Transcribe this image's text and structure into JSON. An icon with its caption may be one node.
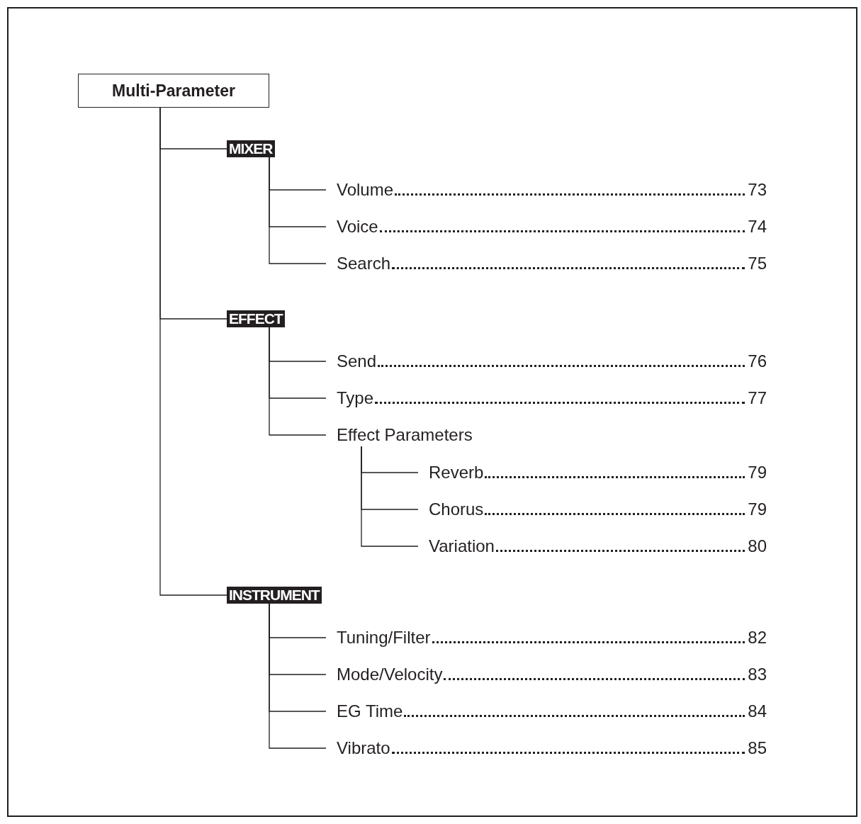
{
  "diagram": {
    "nodes": [
      {
        "text": [
          "Multi-Parameter"
        ]
      },
      {
        "text": [
          "MIXER"
        ]
      },
      {
        "text": [
          "Volume",
          "73"
        ]
      },
      {
        "text": [
          "Voice",
          "74"
        ]
      },
      {
        "text": [
          "Search",
          "75"
        ]
      },
      {
        "text": [
          "EFFECT"
        ]
      },
      {
        "text": [
          "Send",
          "76"
        ]
      },
      {
        "text": [
          "Type",
          "77"
        ]
      },
      {
        "text": [
          "Effect Parameters"
        ]
      },
      {
        "text": [
          "Reverb",
          "79"
        ]
      },
      {
        "text": [
          "Chorus",
          "79"
        ]
      },
      {
        "text": [
          "Variation",
          "80"
        ]
      },
      {
        "text": [
          "INSTRUMENT"
        ]
      },
      {
        "text": [
          "Tuning/Filter",
          "82"
        ]
      },
      {
        "text": [
          "Mode/Velocity",
          "83"
        ]
      },
      {
        "text": [
          "EG Time",
          "84"
        ]
      },
      {
        "text": [
          "Vibrato",
          "85"
        ]
      }
    ],
    "edges": [
      {
        "from": 0,
        "to": 1,
        "arrow": "none"
      },
      {
        "from": 0,
        "to": 5,
        "arrow": "none"
      },
      {
        "from": 0,
        "to": 12,
        "arrow": "none"
      },
      {
        "from": 1,
        "to": 2,
        "arrow": "none"
      },
      {
        "from": 1,
        "to": 3,
        "arrow": "none"
      },
      {
        "from": 1,
        "to": 4,
        "arrow": "none"
      },
      {
        "from": 5,
        "to": 6,
        "arrow": "none"
      },
      {
        "from": 5,
        "to": 7,
        "arrow": "none"
      },
      {
        "from": 5,
        "to": 8,
        "arrow": "none"
      },
      {
        "from": 8,
        "to": 9,
        "arrow": "none"
      },
      {
        "from": 8,
        "to": 10,
        "arrow": "none"
      },
      {
        "from": 8,
        "to": 11,
        "arrow": "none"
      },
      {
        "from": 12,
        "to": 13,
        "arrow": "none"
      },
      {
        "from": 12,
        "to": 14,
        "arrow": "none"
      },
      {
        "from": 12,
        "to": 15,
        "arrow": "none"
      },
      {
        "from": 12,
        "to": 16,
        "arrow": "none"
      }
    ]
  }
}
